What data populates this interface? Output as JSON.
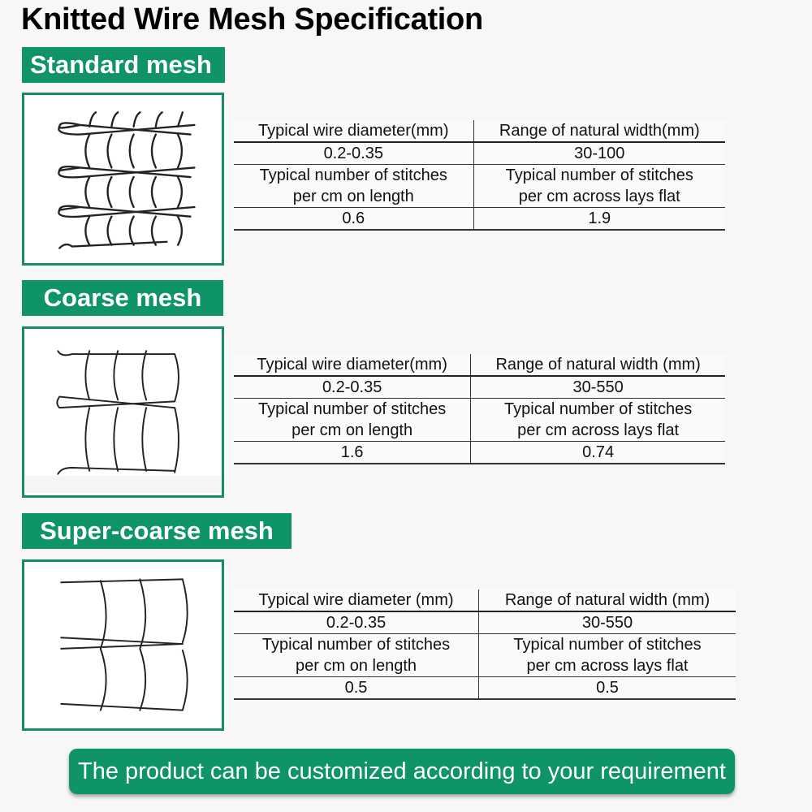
{
  "title": "Knitted Wire Mesh Specification",
  "sections": [
    {
      "label": "Standard mesh",
      "image_icon": "standard-mesh-diagram",
      "table": {
        "header": [
          "Typical wire diameter(mm)",
          "Range of natural width(mm)"
        ],
        "values1": [
          "0.2-0.35",
          "30-100"
        ],
        "subheader_left": [
          "Typical number of stitches",
          "per cm on length"
        ],
        "subheader_right": [
          "Typical number of stitches",
          "per cm across lays flat"
        ],
        "values2": [
          "0.6",
          "1.9"
        ]
      }
    },
    {
      "label": "Coarse mesh",
      "image_icon": "coarse-mesh-diagram",
      "table": {
        "header": [
          "Typical wire diameter(mm)",
          "Range of natural width (mm)"
        ],
        "values1": [
          "0.2-0.35",
          "30-550"
        ],
        "subheader_left": [
          "Typical number of stitches",
          "per cm on length"
        ],
        "subheader_right": [
          "Typical number of stitches",
          "per cm across lays flat"
        ],
        "values2": [
          "1.6",
          "0.74"
        ]
      }
    },
    {
      "label": "Super-coarse mesh",
      "image_icon": "super-coarse-mesh-diagram",
      "table": {
        "header": [
          "Typical wire diameter (mm)",
          "Range of natural width (mm)"
        ],
        "values1": [
          "0.2-0.35",
          "30-550"
        ],
        "subheader_left": [
          "Typical number of stitches",
          "per cm on length"
        ],
        "subheader_right": [
          "Typical number of stitches",
          "per cm across lays flat"
        ],
        "values2": [
          "0.5",
          "0.5"
        ]
      }
    }
  ],
  "banner": "The product can be customized according to your requirement",
  "colors": {
    "accent": "#0e9468",
    "border": "#1a8c62",
    "background": "#f7f7f9"
  }
}
